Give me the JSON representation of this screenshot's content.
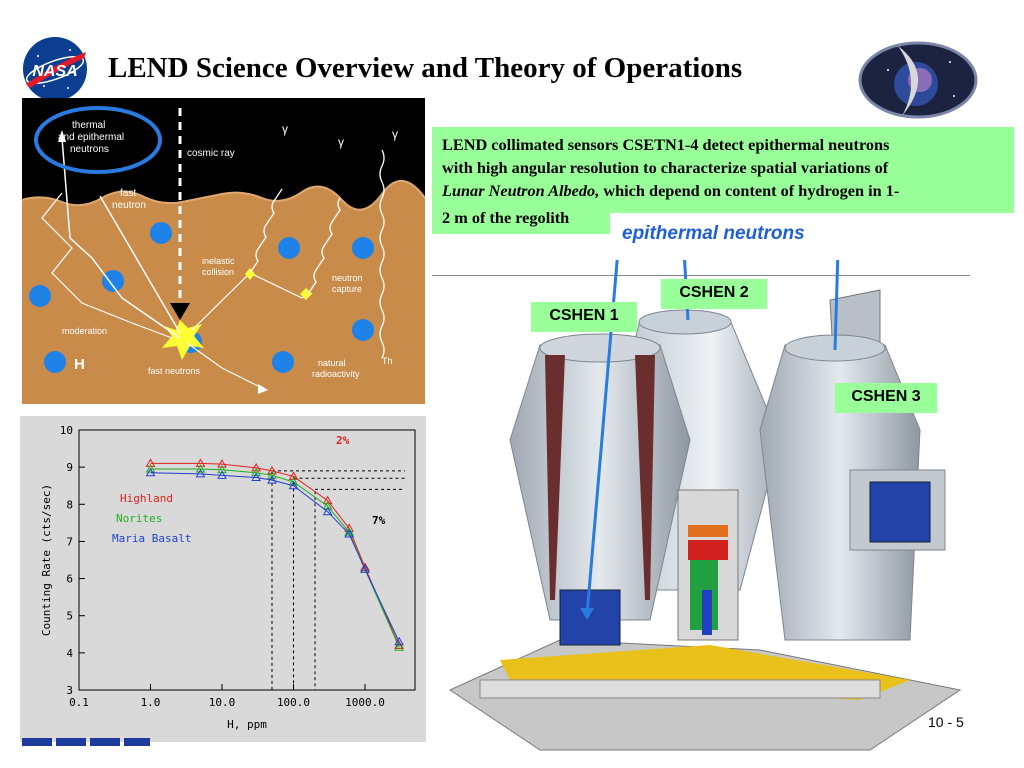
{
  "slide": {
    "title": "LEND Science Overview and Theory of Operations",
    "page_number": "10 - 5"
  },
  "diagram": {
    "labels": {
      "thermal": "thermal",
      "and_epithermal": "and epithermal",
      "neutrons": "neutrons",
      "cosmic_ray": "cosmic ray",
      "fast": "fast",
      "neutron": "neutron",
      "inelastic": "inelastic",
      "collision": "collision",
      "neutron_capture_1": "neutron",
      "neutron_capture_2": "capture",
      "moderation": "moderation",
      "fast_neutrons": "fast neutrons",
      "natural": "natural",
      "radioactivity": "radioactivity",
      "th": "Th",
      "h": "H",
      "gamma": "γ"
    }
  },
  "infobox": {
    "line1": "LEND collimated sensors CSETN1-4 detect epithermal neutrons",
    "line2": "with high angular resolution to characterize spatial variations of",
    "line3_italic": "Lunar Neutron Albedo,",
    "line3_rest": " which depend on content of hydrogen in 1-",
    "line4": "2 m of the regolith"
  },
  "instrument": {
    "epithermal_label": "epithermal neutrons",
    "cshen1": "CSHEN 1",
    "cshen2": "CSHEN 2",
    "cshen3": "CSHEN 3"
  },
  "chart_data": {
    "type": "line",
    "xlabel": "H, ppm",
    "ylabel": "Counting Rate (cts/sec)",
    "xscale": "log",
    "xlim": [
      0.1,
      5000
    ],
    "ylim": [
      3,
      10
    ],
    "xticks": [
      "0.1",
      "1.0",
      "10.0",
      "100.0",
      "1000.0"
    ],
    "yticks": [
      "3",
      "4",
      "5",
      "6",
      "7",
      "8",
      "9",
      "10"
    ],
    "annotations": [
      "2%",
      "7%"
    ],
    "series": [
      {
        "name": "Highland",
        "color": "#e02020",
        "x": [
          1,
          5,
          10,
          30,
          50,
          100,
          300,
          600,
          1000,
          3000
        ],
        "y": [
          9.1,
          9.1,
          9.08,
          8.98,
          8.9,
          8.75,
          8.1,
          7.35,
          6.3,
          4.2
        ]
      },
      {
        "name": "Norites",
        "color": "#20b020",
        "x": [
          1,
          5,
          10,
          30,
          50,
          100,
          300,
          600,
          1000,
          3000
        ],
        "y": [
          8.95,
          8.95,
          8.93,
          8.85,
          8.78,
          8.6,
          7.95,
          7.25,
          6.25,
          4.15
        ]
      },
      {
        "name": "Maria Basalt",
        "color": "#2040d0",
        "x": [
          1,
          5,
          10,
          30,
          50,
          100,
          300,
          600,
          1000,
          3000
        ],
        "y": [
          8.85,
          8.82,
          8.78,
          8.72,
          8.65,
          8.5,
          7.8,
          7.2,
          6.25,
          4.3
        ]
      }
    ]
  }
}
